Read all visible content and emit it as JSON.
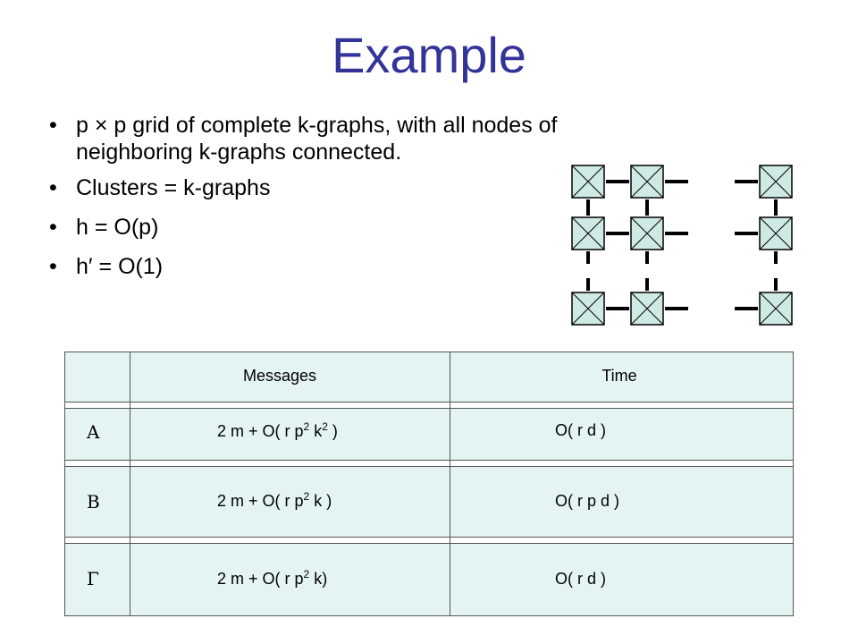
{
  "title": "Example",
  "bullets": [
    {
      "marker": "•",
      "line1": "p × p grid of complete k-graphs, with all nodes of",
      "line2": "neighboring k-graphs connected."
    },
    {
      "marker": "•",
      "text": "Clusters = k-graphs"
    },
    {
      "marker": "•",
      "text": "h = O(p)"
    },
    {
      "marker": "•",
      "text": "h′ = O(1)"
    }
  ],
  "table": {
    "headers": {
      "messages": "Messages",
      "time": "Time"
    },
    "rows": [
      {
        "symbol": "Α",
        "msg_pre": "2 m + O( r p",
        "msg_sup1": "2",
        "msg_mid": " k",
        "msg_sup2": "2",
        "msg_post": " )",
        "time": "O( r d )"
      },
      {
        "symbol": "Β",
        "msg_pre": "2 m + O( r p",
        "msg_sup1": "2",
        "msg_mid": " k )",
        "msg_sup2": "",
        "msg_post": "",
        "time": "O( r p d )"
      },
      {
        "symbol": "Γ",
        "msg_pre": "2 m + O( r p",
        "msg_sup1": "2",
        "msg_mid": " k)",
        "msg_sup2": "",
        "msg_post": "",
        "time": "O( r d )"
      }
    ]
  },
  "colors": {
    "title": "#333399",
    "table_bg": "#e4f4f2",
    "node_fill": "#cfe9e5"
  }
}
